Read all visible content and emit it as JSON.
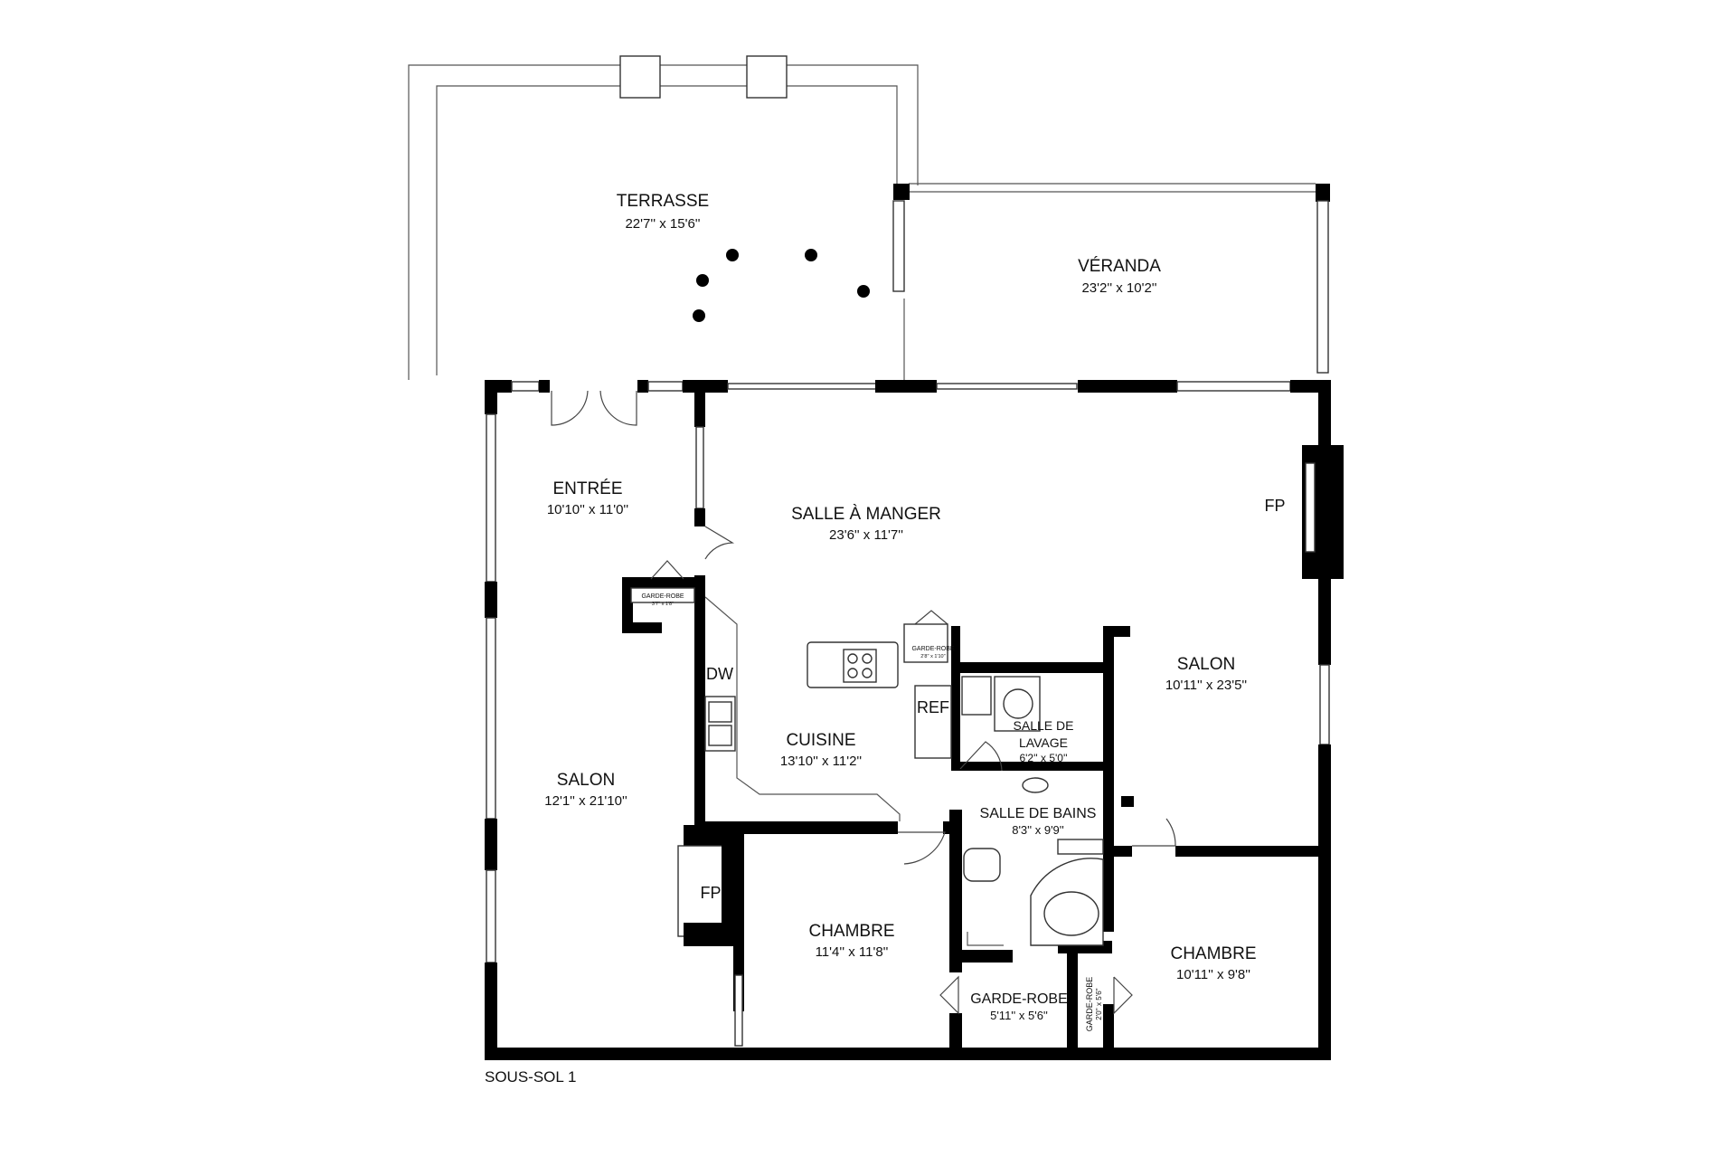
{
  "plan": {
    "level": "SOUS-SOL 1",
    "rooms": {
      "terrasse": {
        "name": "TERRASSE",
        "dims": "22'7'' x 15'6''"
      },
      "veranda": {
        "name": "VÉRANDA",
        "dims": "23'2'' x 10'2''"
      },
      "entree": {
        "name": "ENTRÉE",
        "dims": "10'10'' x 11'0''"
      },
      "salle_manger": {
        "name": "SALLE À MANGER",
        "dims": "23'6'' x 11'7''"
      },
      "salon_left": {
        "name": "SALON",
        "dims": "12'1'' x 21'10''"
      },
      "salon_right": {
        "name": "SALON",
        "dims": "10'11'' x 23'5''"
      },
      "cuisine": {
        "name": "CUISINE",
        "dims": "13'10'' x 11'2''"
      },
      "salle_lavage": {
        "name_line1": "SALLE DE",
        "name_line2": "LAVAGE",
        "dims": "6'2'' x 5'0''"
      },
      "salle_bains": {
        "name": "SALLE DE BAINS",
        "dims": "8'3'' x 9'9''"
      },
      "chambre_left": {
        "name": "CHAMBRE",
        "dims": "11'4'' x 11'8''"
      },
      "chambre_right": {
        "name": "CHAMBRE",
        "dims": "10'11'' x 9'8''"
      },
      "garde_robe_main": {
        "name": "GARDE-ROBE",
        "dims": "5'11'' x 5'6''"
      },
      "garde_robe_entree": {
        "name": "GARDE-ROBE",
        "dims": "3'7'' x 1'8''"
      },
      "garde_robe_cuisine": {
        "name": "GARDE-ROBE",
        "dims": "2'8'' x 1'10''"
      },
      "garde_robe_vertical": {
        "name": "GARDE-ROBE",
        "dims": "2'0'' x 5'6''"
      }
    },
    "fixtures": {
      "dw": "DW",
      "ref": "REF",
      "fp_right": "FP",
      "fp_left": "FP"
    }
  }
}
